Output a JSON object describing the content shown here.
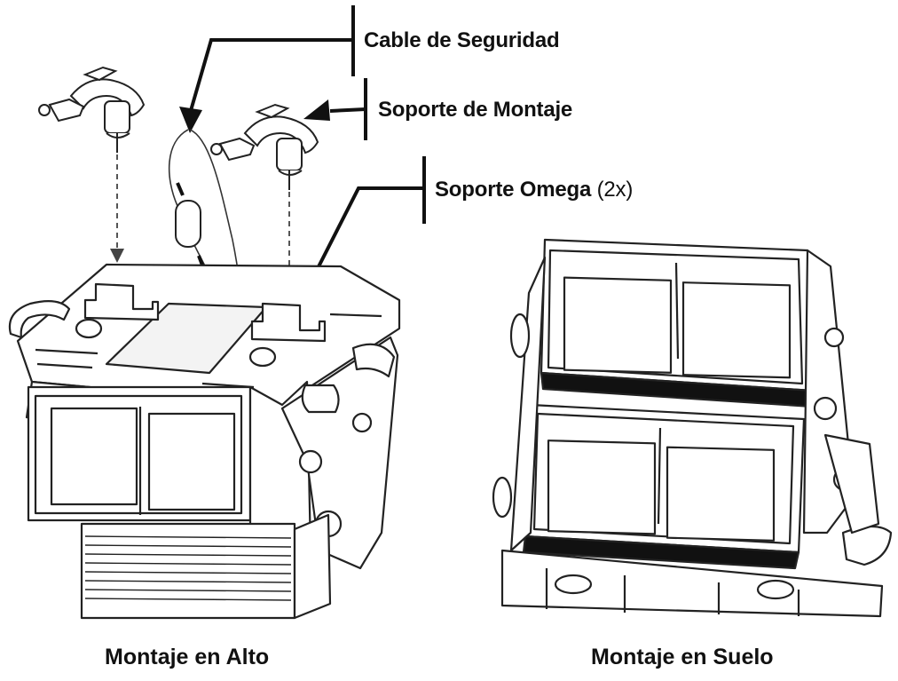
{
  "labels": {
    "safety_cable": "Cable de Seguridad",
    "mounting_bracket": "Soporte de Montaje",
    "omega_bracket": "Soporte Omega",
    "omega_qty": "(2x)"
  },
  "captions": {
    "overhead": "Montaje en Alto",
    "floor": "Montaje en Suelo"
  },
  "icons": {
    "left_fixture": "fixture-overhead-illustration",
    "right_fixture": "fixture-floor-illustration",
    "clamp": "clamp-icon"
  }
}
